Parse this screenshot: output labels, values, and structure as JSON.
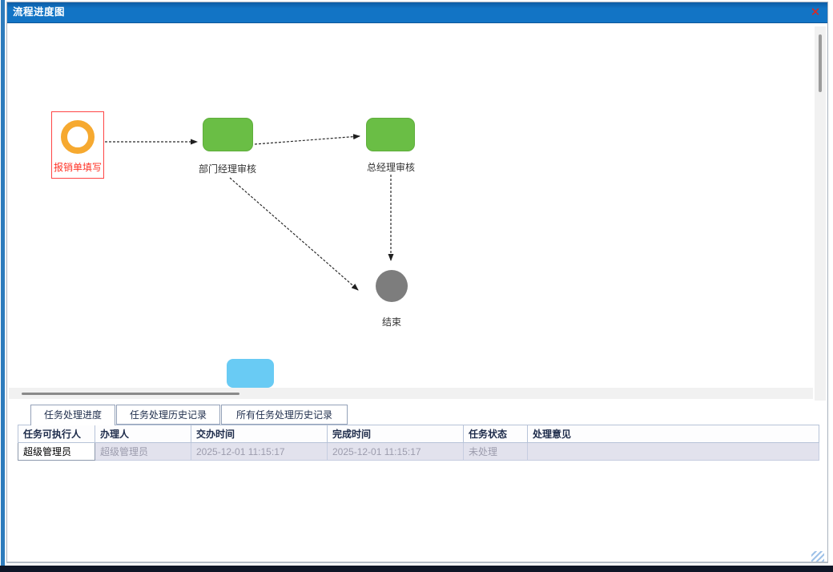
{
  "window": {
    "title": "流程进度图",
    "close_label": "✕"
  },
  "flowchart": {
    "start": {
      "label": "报销单填写",
      "type": "start",
      "highlighted": true
    },
    "task1": {
      "label": "部门经理审核",
      "type": "task-done"
    },
    "task2": {
      "label": "总经理审核",
      "type": "task-done"
    },
    "end": {
      "label": "结束",
      "type": "end"
    },
    "pending": {
      "label": "",
      "type": "task-pending"
    },
    "colors": {
      "start_ring": "#f6a930",
      "highlight_border": "#ff4545",
      "task_done": "#6abe45",
      "task_pending": "#69cbf4",
      "end_fill": "#7d7d7d",
      "edge": "#222222"
    }
  },
  "tabs": [
    {
      "label": "任务处理进度",
      "active": true
    },
    {
      "label": "任务处理历史记录",
      "active": false
    },
    {
      "label": "所有任务处理历史记录",
      "active": false
    }
  ],
  "table": {
    "columns": [
      "任务可执行人",
      "办理人",
      "交办时间",
      "完成时间",
      "任务状态",
      "处理意见"
    ],
    "rows": [
      {
        "executor": "超级管理员",
        "handler": "超级管理员",
        "assigned_time": "2025-12-01 11:15:17",
        "finish_time": "2025-12-01 11:15:17",
        "status": "未处理",
        "opinion": ""
      }
    ]
  },
  "titlebar_color": "#1274c5"
}
